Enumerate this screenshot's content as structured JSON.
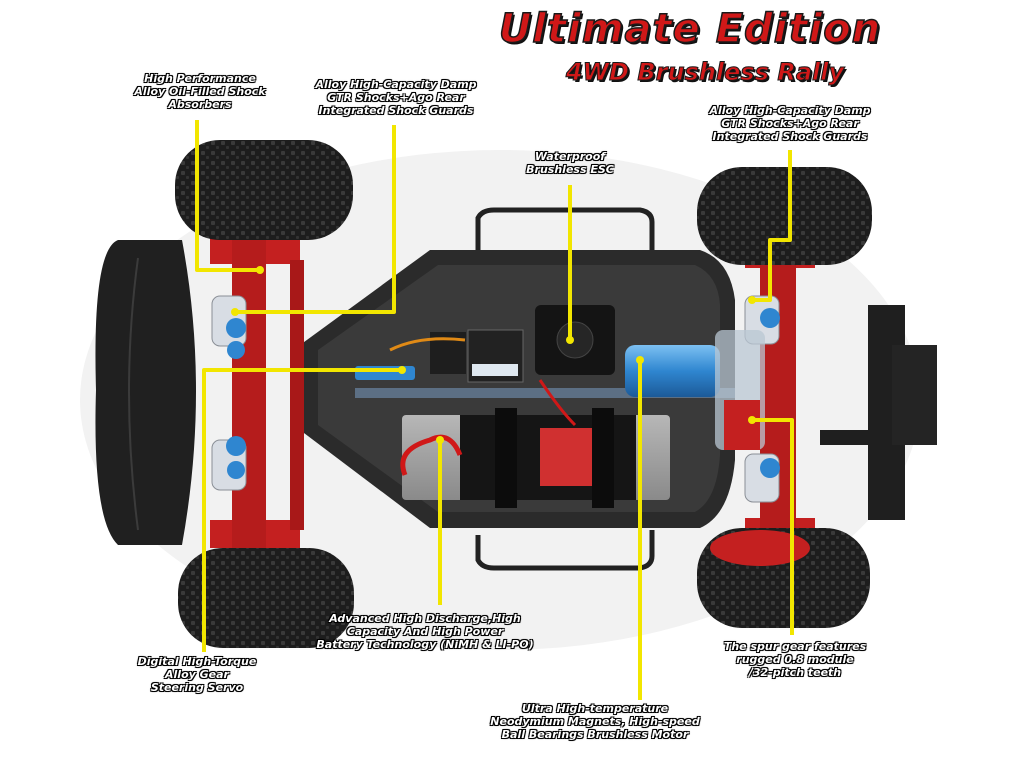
{
  "title": {
    "main": "Ultimate Edition",
    "sub": "4WD Brushless Rally"
  },
  "labels": {
    "front_shocks": "High Performance\nAlloy Oil-Filled Shock\nAbsorbers",
    "damp_left": "Alloy High-Capacity Damp\nGTR Shocks+Ago Rear\nIntegrated Shock Guards",
    "damp_right": "Alloy High-Capacity Damp\nGTR Shocks+Ago Rear\nIntegrated Shock Guards",
    "esc": "Waterproof\nBrushless ESC",
    "battery": "Advanced High Discharge,High\nCapacity And High Power\nBattery Technology (NiMH & LI-PO)",
    "servo": "Digital High-Torque\nAlloy Gear\nSteering Servo",
    "motor": "Ultra High-temperature\nNeodymium Magnets, High-speed\nBall Bearings Brushless Motor",
    "spur_gear": "The spur gear features\nrugged 0.8 module\n/32-pitch teeth"
  },
  "colors": {
    "callout_line": "#f2e600",
    "chassis": "#2b2b2b",
    "suspension": "#c42020",
    "shock_spring": "#d8dde4",
    "motor": "#3a8fd8",
    "tire": "#1c1c1c",
    "title": "#d01818"
  }
}
